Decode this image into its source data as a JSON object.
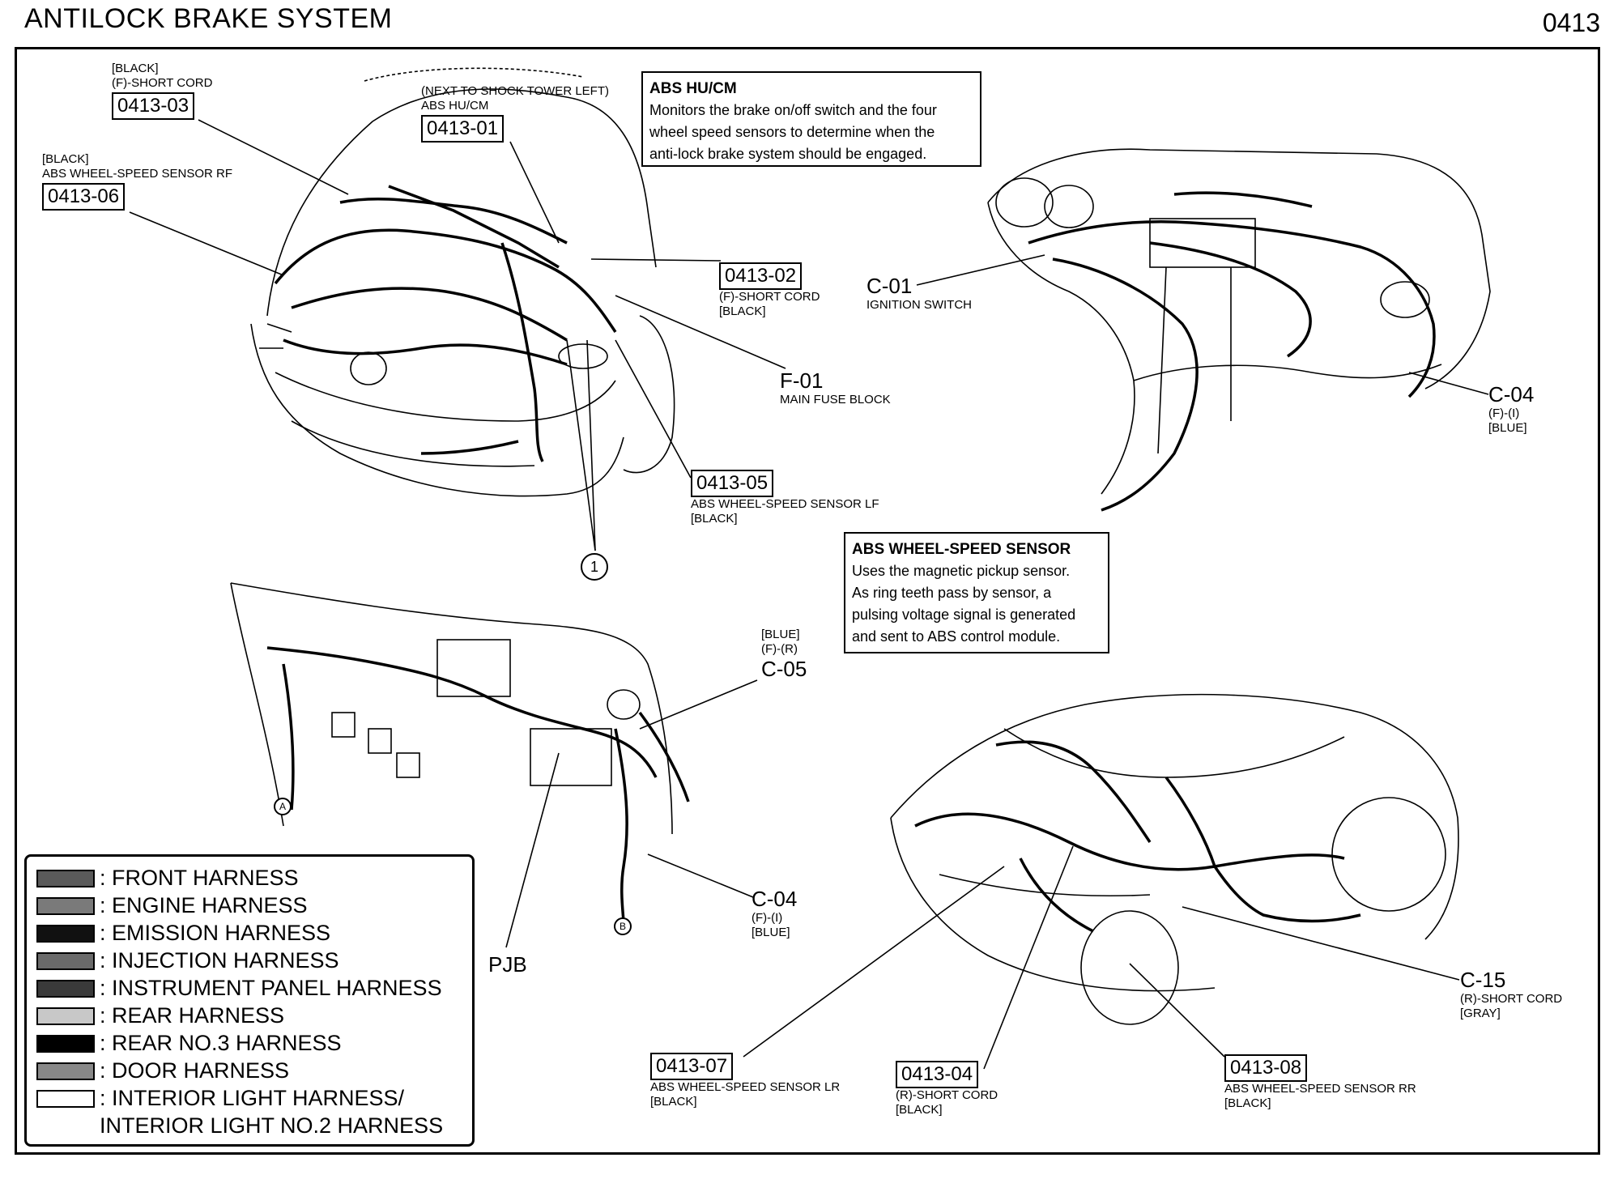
{
  "header": {
    "title": "ANTILOCK BRAKE SYSTEM",
    "page_number": "0413"
  },
  "callouts": {
    "c0413_03": {
      "line1": "[BLACK]",
      "line2": "(F)-SHORT CORD",
      "code": "0413-03"
    },
    "c0413_01": {
      "line1": "(NEXT TO SHOCK TOWER LEFT)",
      "line2": "ABS HU/CM",
      "code": "0413-01"
    },
    "c0413_06": {
      "line1": "[BLACK]",
      "line2": "ABS WHEEL-SPEED SENSOR RF",
      "code": "0413-06"
    },
    "c0413_02": {
      "code": "0413-02",
      "line1": "(F)-SHORT CORD",
      "line2": "[BLACK]"
    },
    "f01": {
      "code": "F-01",
      "line1": "MAIN FUSE BLOCK"
    },
    "c0413_05": {
      "code": "0413-05",
      "line1": "ABS WHEEL-SPEED SENSOR LF",
      "line2": "[BLACK]"
    },
    "c01": {
      "code": "C-01",
      "line1": "IGNITION SWITCH"
    },
    "c04_top": {
      "code": "C-04",
      "line1": "(F)-(I)",
      "line2": "[BLUE]"
    },
    "c05": {
      "line1": "[BLUE]",
      "line2": "(F)-(R)",
      "code": "C-05"
    },
    "c04_mid": {
      "code": "C-04",
      "line1": "(F)-(I)",
      "line2": "[BLUE]"
    },
    "pjb": {
      "code": "PJB"
    },
    "c15": {
      "code": "C-15",
      "line1": "(R)-SHORT CORD",
      "line2": "[GRAY]"
    },
    "c0413_07": {
      "code": "0413-07",
      "line1": "ABS WHEEL-SPEED SENSOR LR",
      "line2": "[BLACK]"
    },
    "c0413_04": {
      "code": "0413-04",
      "line1": "(R)-SHORT CORD",
      "line2": "[BLACK]"
    },
    "c0413_08": {
      "code": "0413-08",
      "line1": "ABS WHEEL-SPEED SENSOR RR",
      "line2": "[BLACK]"
    },
    "circle_1": "1",
    "marker_a": "A",
    "marker_b": "B"
  },
  "notes": {
    "abs_hucm": {
      "title": "ABS HU/CM",
      "line1": "Monitors the brake on/off switch and the four",
      "line2": "wheel speed sensors to determine when the",
      "line3": "anti-lock brake system should be engaged."
    },
    "abs_sensor": {
      "title": "ABS WHEEL-SPEED SENSOR",
      "line1": "Uses the magnetic pickup sensor.",
      "line2": "As ring teeth pass by sensor, a",
      "line3": "pulsing voltage signal is generated",
      "line4": "and sent to ABS control module."
    }
  },
  "legend": [
    {
      "label": ": FRONT HARNESS",
      "color": "#5a5a5a"
    },
    {
      "label": ": ENGINE HARNESS",
      "color": "#7a7a7a"
    },
    {
      "label": ": EMISSION HARNESS",
      "color": "#111111"
    },
    {
      "label": ": INJECTION HARNESS",
      "color": "#6a6a6a"
    },
    {
      "label": ": INSTRUMENT PANEL HARNESS",
      "color": "#3a3a3a"
    },
    {
      "label": ": REAR HARNESS",
      "color": "#c8c8c8"
    },
    {
      "label": ": REAR NO.3 HARNESS",
      "color": "#000000"
    },
    {
      "label": ": DOOR HARNESS",
      "color": "#888888"
    },
    {
      "label": ": INTERIOR LIGHT HARNESS/",
      "color": "#ffffff"
    },
    {
      "label": "INTERIOR LIGHT NO.2 HARNESS",
      "color": ""
    }
  ]
}
